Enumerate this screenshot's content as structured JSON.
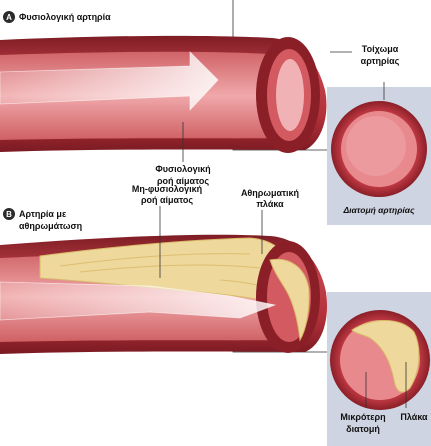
{
  "panel_a": {
    "badge": "A",
    "title": "Φυσιολογική αρτηρία",
    "flow_label": [
      "Φυσιολογική",
      "ροή αίματος"
    ],
    "wall_label": [
      "Τοίχωμα",
      "αρτηρίας"
    ],
    "section_caption": "Διατομή αρτηρίας"
  },
  "panel_b": {
    "badge": "B",
    "title": [
      "Αρτηρία με",
      "αθηρωμάτωση"
    ],
    "flow_label": [
      "Μη-φυσιολογική",
      "ροή αίματος"
    ],
    "plaque_label": [
      "Αθηρωματική",
      "πλάκα"
    ],
    "small_lumen_label": [
      "Μικρότερη",
      "διατομή"
    ],
    "plaque_short_label": "Πλάκα"
  },
  "colors": {
    "artery_wall": "#b8323c",
    "artery_dark": "#8a1f28",
    "lumen": "#e58b8e",
    "plaque": "#efd89c",
    "panel_bg": "#cfd4e2",
    "badge": "#2b2b2b"
  }
}
